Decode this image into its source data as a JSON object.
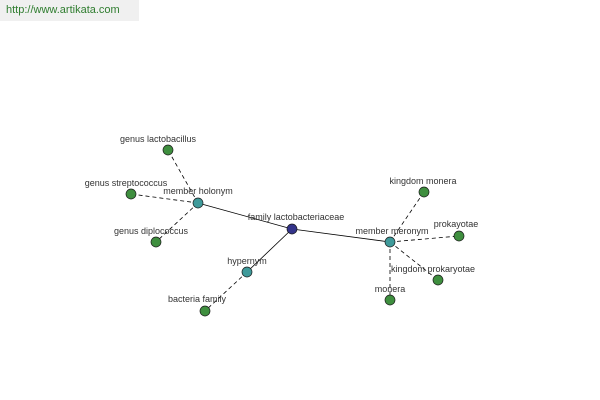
{
  "header": {
    "url": "http://www.artikata.com"
  },
  "colors": {
    "center_node": "#33338a",
    "relation_node": "#3f9a9a",
    "leaf_node": "#3f8f3f",
    "edge": "#000000",
    "url_text": "#2f7d2f"
  },
  "graph": {
    "center": {
      "id": "center",
      "label": "family lactobacteriaceae",
      "kind": "center"
    },
    "relations": [
      {
        "id": "rel-holonym",
        "label": "member holonym"
      },
      {
        "id": "rel-meronym",
        "label": "member meronym"
      },
      {
        "id": "rel-hypernym",
        "label": "hypernym"
      }
    ],
    "leaves": [
      {
        "id": "leaf-lactobacillus",
        "label": "genus lactobacillus",
        "relation": "rel-holonym"
      },
      {
        "id": "leaf-streptococcus",
        "label": "genus streptococcus",
        "relation": "rel-holonym"
      },
      {
        "id": "leaf-diplococcus",
        "label": "genus diplococcus",
        "relation": "rel-holonym"
      },
      {
        "id": "leaf-kingdom-monera",
        "label": "kingdom monera",
        "relation": "rel-meronym"
      },
      {
        "id": "leaf-prokayotae",
        "label": "prokayotae",
        "relation": "rel-meronym"
      },
      {
        "id": "leaf-kingdom-prokaryotae",
        "label": "kingdom prokaryotae",
        "relation": "rel-meronym"
      },
      {
        "id": "leaf-monera",
        "label": "monera",
        "relation": "rel-meronym"
      },
      {
        "id": "leaf-bacteria-family",
        "label": "bacteria family",
        "relation": "rel-hypernym"
      }
    ]
  }
}
